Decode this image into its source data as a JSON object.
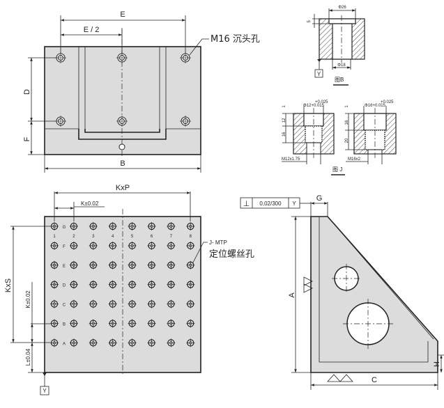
{
  "top_plate": {
    "dim_E": "E",
    "dim_E_half": "E / 2",
    "dim_D": "D",
    "dim_F": "F",
    "dim_B": "B",
    "callout": "M16 沉头孔"
  },
  "figure_b": {
    "dia_top": "Φ26",
    "depth": "5",
    "dia_bottom": "Φ18",
    "datum": "Y",
    "caption": "图B"
  },
  "figure_j": {
    "left": {
      "tol_upper": "+0.025",
      "dia": "Φ12+0.015",
      "dim_1": "1",
      "dim_2": "12",
      "dim_3": "16",
      "thread": "M12x1.75"
    },
    "right": {
      "tol_upper": "+0.025",
      "dia": "Φ16+0.015",
      "dim_1": "1",
      "dim_2": "16",
      "dim_3": "20",
      "thread": "M16x2"
    },
    "caption": "图 J"
  },
  "grid_plate": {
    "dim_KxP": "KxP",
    "dim_K_h": "K±0.02",
    "dim_KxS": "KxS",
    "dim_K_v": "K±0.02",
    "dim_L": "L±0.04",
    "datum": "Y",
    "rows": [
      "G",
      "F",
      "E",
      "D",
      "C",
      "B",
      "A"
    ],
    "cols": [
      "1",
      "2",
      "3",
      "4",
      "5",
      "6",
      "7",
      "8"
    ],
    "callout_1": "J- MTP",
    "callout_2": "定位螺丝孔"
  },
  "angle_plate": {
    "tolerance_symbol": "⊥",
    "tolerance": "0,02/300",
    "datum": "Y",
    "dim_G": "G",
    "dim_A": "A",
    "dim_C": "C",
    "dim_H": "H"
  }
}
